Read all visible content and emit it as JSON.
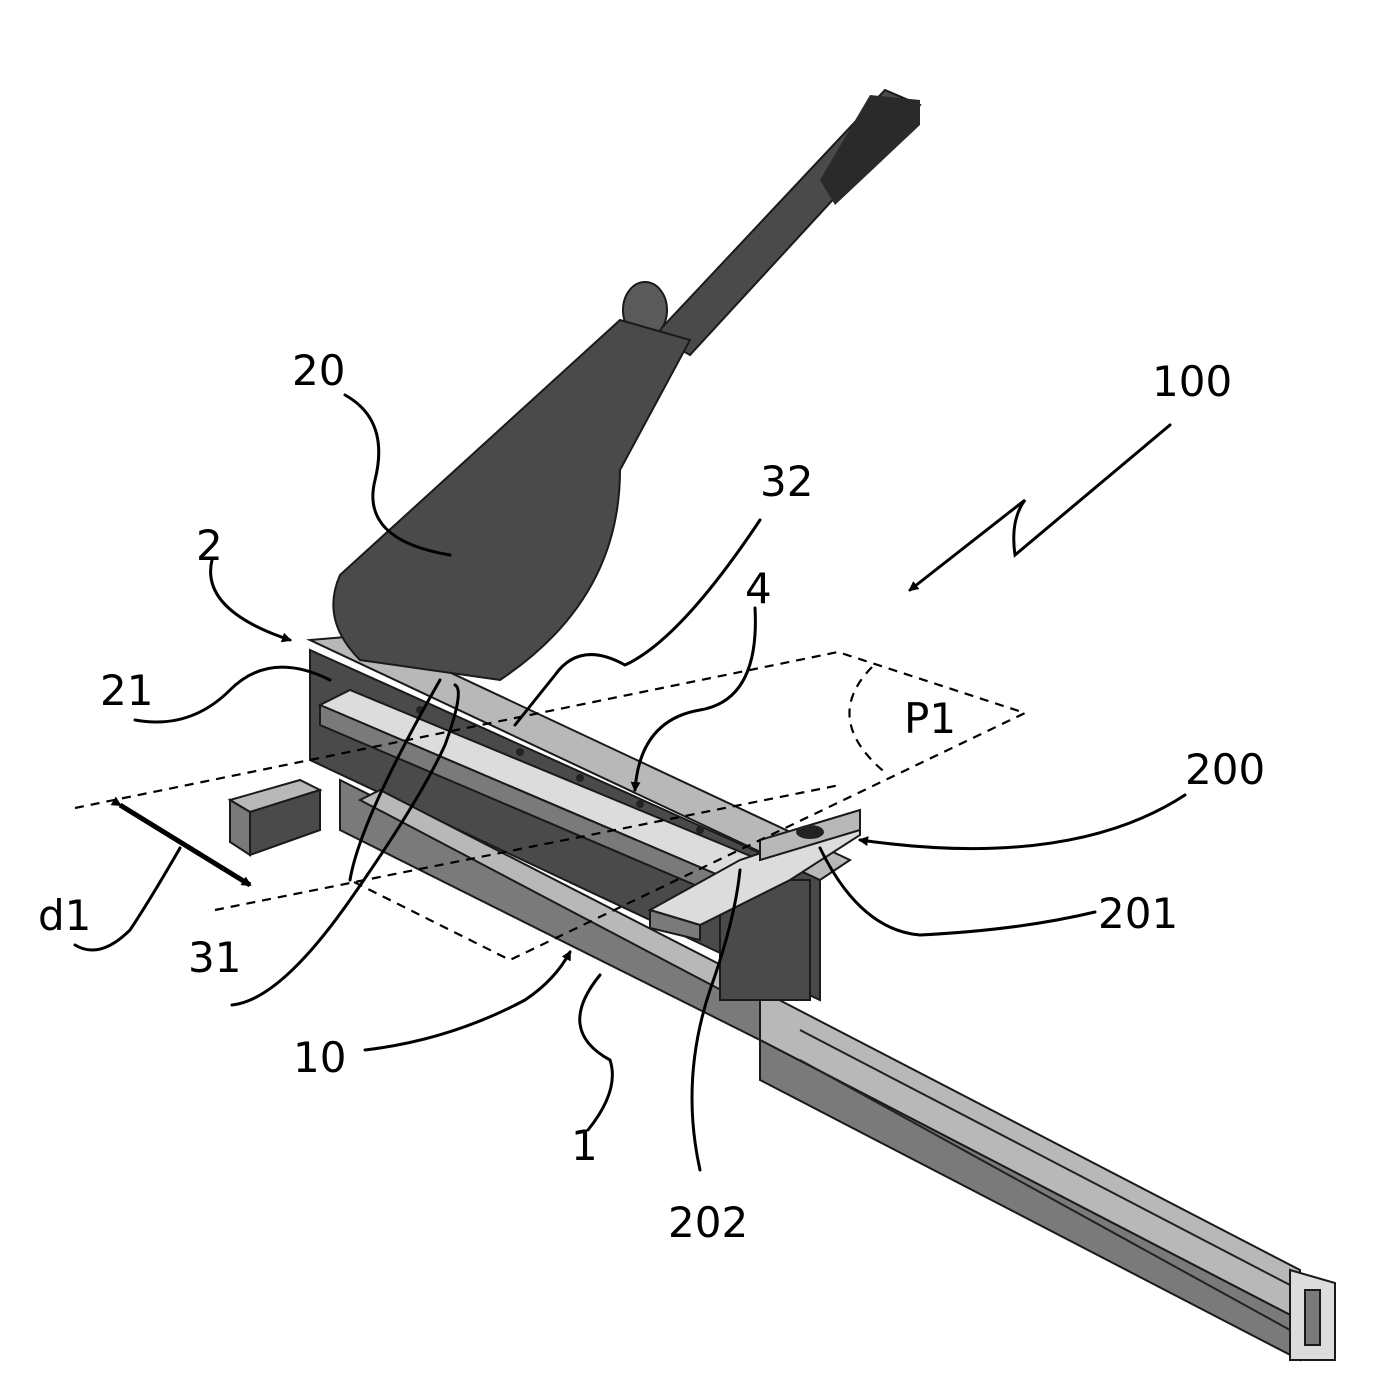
{
  "labels": {
    "l100": "100",
    "l20": "20",
    "l32": "32",
    "l2": "2",
    "l4": "4",
    "l21": "21",
    "lP1": "P1",
    "l200": "200",
    "l201": "201",
    "ld1": "d1",
    "l31": "31",
    "l10": "10",
    "l1": "1",
    "l202": "202"
  },
  "colors": {
    "ink": "#000000",
    "paper": "#ffffff"
  }
}
